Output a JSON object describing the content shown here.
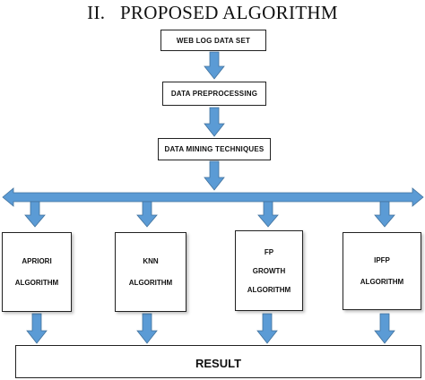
{
  "heading": "II.   PROPOSED ALGORITHM",
  "colors": {
    "arrow": "#5b9bd5",
    "arrow_stroke": "#41719c",
    "box_border": "#222222"
  },
  "flow": {
    "weblog": "WEB LOG DATA SET",
    "preprocessing": "DATA PREPROCESSING",
    "mining": "DATA MINING TECHNIQUES"
  },
  "algorithms": [
    {
      "lines": [
        "APRIORI",
        "ALGORITHM"
      ]
    },
    {
      "lines": [
        "KNN",
        "ALGORITHM"
      ]
    },
    {
      "lines": [
        "FP",
        "GROWTH",
        "ALGORITHM"
      ]
    },
    {
      "lines": [
        "IPFP",
        "ALGORITHM"
      ]
    }
  ],
  "result": "RESULT"
}
